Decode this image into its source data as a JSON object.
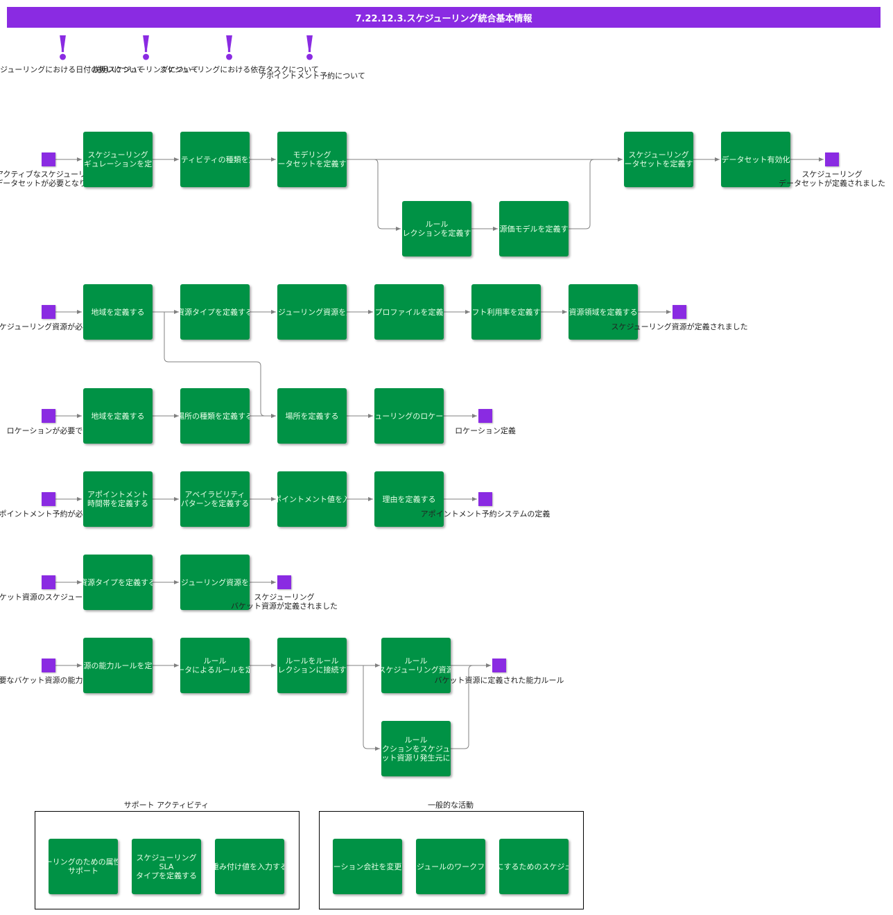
{
  "title": "7.22.12.3.スケジューリング統合基本情報",
  "notes": [
    "ジューリングにおける日付の扱いについて",
    "説明スケジューリングについて",
    "スケジューリングにおける依存タスクについて",
    "アポイントメント予約について"
  ],
  "rows": {
    "dataset": {
      "start": "アクティブなスケジューリング\nデータセットが必要となります",
      "steps": [
        "スケジューリング\nレギュレーションを定義",
        "アクティビティの種類を定義",
        "モデリング\nデータセットを定義する",
        "スケジューリング\nデータセットを定義する",
        "データセット有効化"
      ],
      "branch": [
        "ルール\nコレクションを定義する",
        "資源価モデルを定義する"
      ],
      "end": "スケジューリング\nデータセットが定義されました"
    },
    "resource": {
      "start": "スケジューリング資源が必要です",
      "steps": [
        "地域を定義する",
        "資源タイプを定義する",
        "スケジューリング資源を定義",
        "プロファイルを定義",
        "シフト利用率を定義する",
        "資源領域を定義する"
      ],
      "end": "スケジューリング資源が定義されました"
    },
    "location": {
      "start": "ロケーションが必要です",
      "steps": [
        "地域を定義する",
        "場所の種類を定義する",
        "場所を定義する",
        "スケジューリングのロケーション"
      ],
      "end": "ロケーション定義"
    },
    "appointment": {
      "start": "アポイントメント予約が必要です",
      "steps": [
        "アポイントメント\n時間帯を定義する",
        "アベイラビリティ\nパターンを定義する",
        "アポイントメント値を入力",
        "理由を定義する"
      ],
      "end": "アポイントメント予約システムの定義"
    },
    "bucket": {
      "start": "バケット資源のスケジューリング",
      "steps": [
        "資源タイプを定義する",
        "スケジューリング資源を定義"
      ],
      "end": "スケジューリング\nバケット資源が定義されました"
    },
    "capacity": {
      "start": "必要なバケット資源の能力ルール",
      "steps": [
        "資源の能力ルールを定義",
        "ルール\nデータによるルールを定義",
        "ルールをルール\nコレクションに接続する",
        "ルール\nスケジューリング資源"
      ],
      "branch": [
        "ルール\nコレクションをスケジュール\nバケット資源リ発生元に接続"
      ],
      "end": "バケット資源に定義された能力ルール"
    }
  },
  "groups": {
    "support": {
      "title": "サポート アクティビティ",
      "items": [
        "スケジューリングのための属性マスター\nサポート",
        "スケジューリング\nSLA\nタイプを定義する",
        "重み付け値を入力する"
      ]
    },
    "general": {
      "title": "一般的な活動",
      "items": [
        "ロケーション会社を変更する",
        "スケジュールのワークフロー",
        "無効にするためのスケジュール"
      ]
    }
  },
  "colors": {
    "accent": "#8a2be2",
    "task": "#009245",
    "edge": "#808080"
  }
}
